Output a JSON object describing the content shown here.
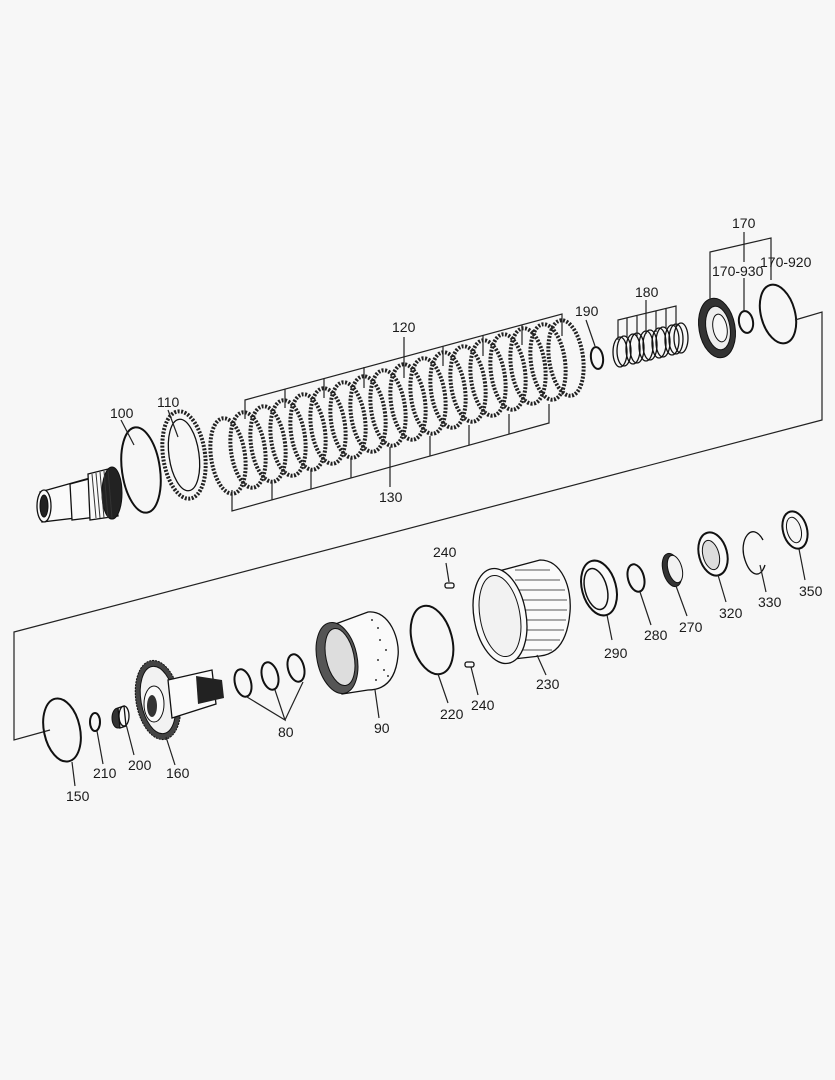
{
  "diagram": {
    "type": "exploded-parts-view",
    "background": "#f7f7f7",
    "line_color": "#222222",
    "labels": [
      {
        "id": "l100",
        "text": "100"
      },
      {
        "id": "l110",
        "text": "110"
      },
      {
        "id": "l120",
        "text": "120"
      },
      {
        "id": "l130",
        "text": "130"
      },
      {
        "id": "l170",
        "text": "170"
      },
      {
        "id": "l170_930",
        "text": "170-930"
      },
      {
        "id": "l170_920",
        "text": "170-920"
      },
      {
        "id": "l180",
        "text": "180"
      },
      {
        "id": "l190",
        "text": "190"
      },
      {
        "id": "l240a",
        "text": "240"
      },
      {
        "id": "l240b",
        "text": "240"
      },
      {
        "id": "l230",
        "text": "230"
      },
      {
        "id": "l220",
        "text": "220"
      },
      {
        "id": "l290",
        "text": "290"
      },
      {
        "id": "l280",
        "text": "280"
      },
      {
        "id": "l270",
        "text": "270"
      },
      {
        "id": "l320",
        "text": "320"
      },
      {
        "id": "l330",
        "text": "330"
      },
      {
        "id": "l350",
        "text": "350"
      },
      {
        "id": "l90",
        "text": "90"
      },
      {
        "id": "l80",
        "text": "80"
      },
      {
        "id": "l160",
        "text": "160"
      },
      {
        "id": "l200",
        "text": "200"
      },
      {
        "id": "l210",
        "text": "210"
      },
      {
        "id": "l150",
        "text": "150"
      }
    ]
  }
}
